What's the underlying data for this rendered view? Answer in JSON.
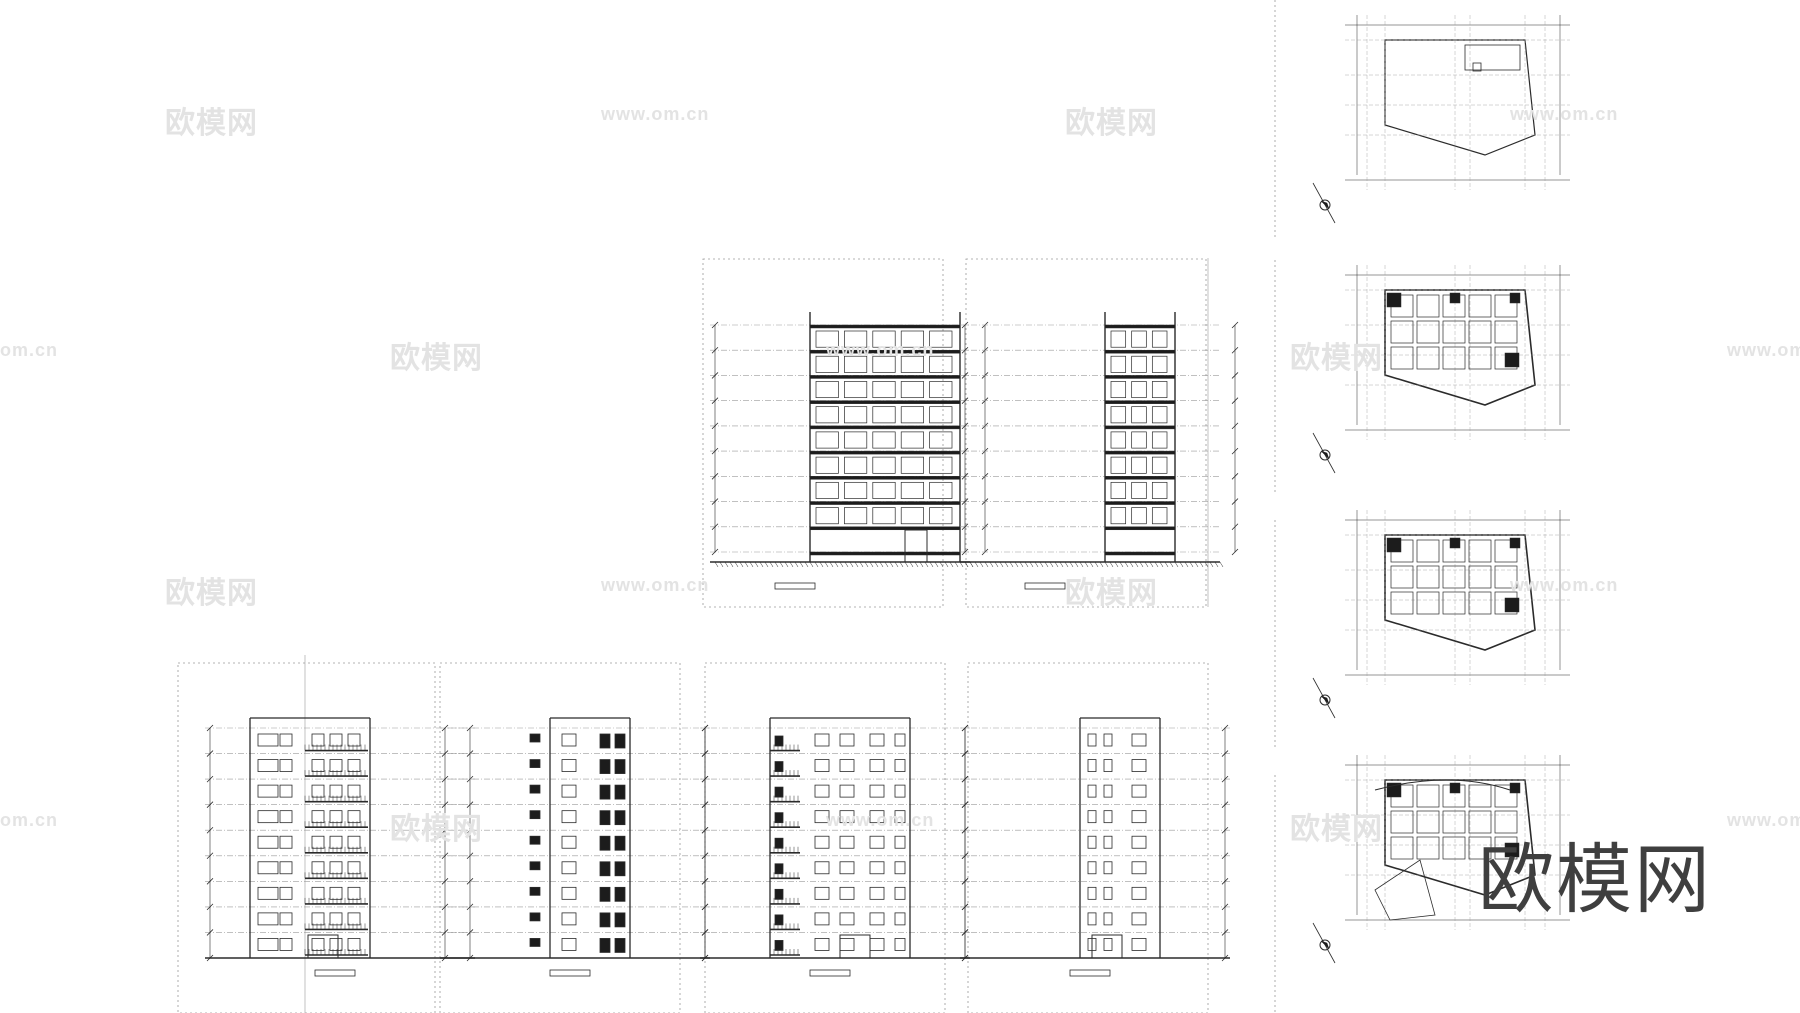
{
  "watermarks": {
    "cn": "欧模网",
    "url": "www.om.cn",
    "url_clipped": "om.cn"
  },
  "brand_logo_text": "欧模网",
  "colors": {
    "line": "#2b2b2b",
    "light_line": "#9a9a9a",
    "watermark": "#e3e3e3",
    "fill_dark": "#1c1c1c"
  },
  "drawing": {
    "sheets": [
      {
        "kind": "section",
        "label": "building-section-a"
      },
      {
        "kind": "section",
        "label": "building-section-b"
      },
      {
        "kind": "elevation",
        "label": "elevation-south"
      },
      {
        "kind": "elevation",
        "label": "elevation-east"
      },
      {
        "kind": "elevation",
        "label": "elevation-north"
      },
      {
        "kind": "elevation",
        "label": "elevation-west"
      },
      {
        "kind": "plan",
        "label": "roof-plan"
      },
      {
        "kind": "plan",
        "label": "typical-floor-plan-a"
      },
      {
        "kind": "plan",
        "label": "typical-floor-plan-b"
      },
      {
        "kind": "plan",
        "label": "ground-floor-plan"
      }
    ],
    "floors": 9,
    "compass_icon": "north-arrow-icon"
  }
}
